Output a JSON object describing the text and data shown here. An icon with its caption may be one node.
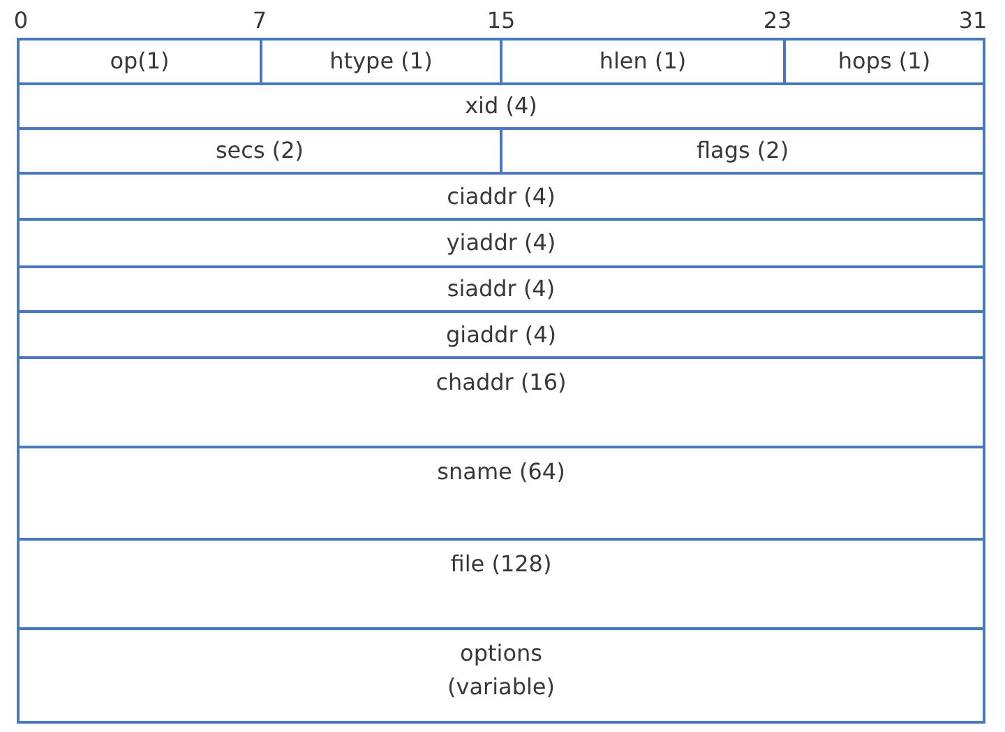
{
  "diagram": {
    "nodes": [
      {
        "text": [
          "op(1)"
        ]
      },
      {
        "text": [
          "htype (1)"
        ]
      },
      {
        "text": [
          "hlen (1)"
        ]
      },
      {
        "text": [
          "hops (1)"
        ]
      },
      {
        "text": [
          "xid (4)"
        ]
      },
      {
        "text": [
          "secs (2)"
        ]
      },
      {
        "text": [
          "flags (2)"
        ]
      },
      {
        "text": [
          "ciaddr (4)"
        ]
      },
      {
        "text": [
          "yiaddr (4)"
        ]
      },
      {
        "text": [
          "siaddr (4)"
        ]
      },
      {
        "text": [
          "giaddr (4)"
        ]
      },
      {
        "text": [
          "chaddr (16)"
        ]
      },
      {
        "text": [
          "sname (64)"
        ]
      },
      {
        "text": [
          "file (128)"
        ]
      },
      {
        "text": [
          "options (variable)"
        ]
      }
    ],
    "labels": [
      "0",
      "7",
      "15",
      "23",
      "31"
    ]
  }
}
